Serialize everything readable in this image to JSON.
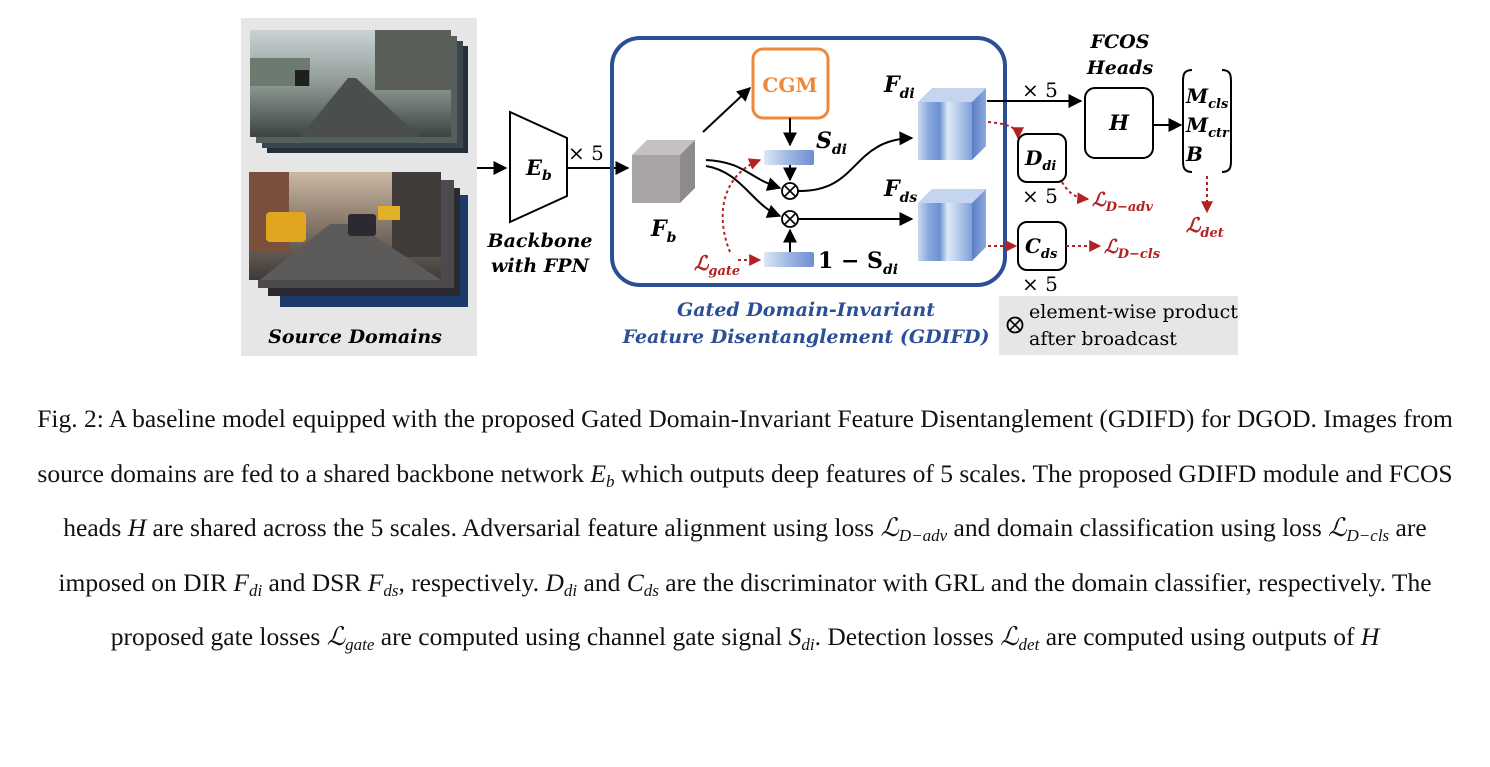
{
  "figure": {
    "source_domains_label": "Source Domains",
    "encoder": {
      "main": "E",
      "sub": "b"
    },
    "backbone_label": [
      "Backbone",
      "with FPN"
    ],
    "times5": "× 5",
    "feature_b": {
      "main": "F",
      "sub": "b"
    },
    "cgm_label": "CGM",
    "s_di": {
      "main": "S",
      "sub": "di"
    },
    "one_minus_s_di": {
      "prefix": "1 − S",
      "sub": "di"
    },
    "l_gate": {
      "main": "ℒ",
      "sub": "gate"
    },
    "otimes": "⊗",
    "f_di": {
      "main": "F",
      "sub": "di"
    },
    "f_ds": {
      "main": "F",
      "sub": "ds"
    },
    "gdifd_label": [
      "Gated Domain-Invariant",
      "Feature Disentanglement (GDIFD)"
    ],
    "heads_title": [
      "FCOS",
      "Heads"
    ],
    "head": "H",
    "outputs": [
      {
        "main": "M",
        "sub": "cls"
      },
      {
        "main": "M",
        "sub": "ctr"
      },
      {
        "main": "B",
        "sub": ""
      }
    ],
    "d_di": {
      "main": "D",
      "sub": "di"
    },
    "c_ds": {
      "main": "C",
      "sub": "ds"
    },
    "l_d_adv": {
      "main": "ℒ",
      "sub": "D−adv"
    },
    "l_d_cls": {
      "main": "ℒ",
      "sub": "D−cls"
    },
    "l_det": {
      "main": "ℒ",
      "sub": "det"
    },
    "legend": {
      "symbol": "⊗",
      "lines": [
        "element-wise product",
        "after broadcast"
      ]
    },
    "colors": {
      "gdifd_border": "#2b4f95",
      "cgm_border": "#f0883c",
      "loss_red": "#b22222",
      "gray_panel": "#e6e6e6",
      "feature_blue": "#8fb0de"
    }
  },
  "caption": {
    "prefix": "Fig. 2: A baseline model equipped with the proposed Gated Domain-Invariant Feature Disentanglement (GDIFD) for DGOD. Images from source domains are fed to a shared backbone network ",
    "eb_main": "E",
    "eb_sub": "b",
    "t2": " which outputs deep features of 5 scales. The proposed GDIFD module and FCOS heads ",
    "h1": "H",
    "t3": " are shared across the 5 scales. Adversarial feature alignment using loss ",
    "ladv_main": "ℒ",
    "ladv_sub": "D−adv",
    "t4": " and domain classification using loss ",
    "lcls_main": "ℒ",
    "lcls_sub": "D−cls",
    "t5": " are imposed on DIR ",
    "fdi_main": "F",
    "fdi_sub": "di",
    "t6": " and DSR ",
    "fds_main": "F",
    "fds_sub": "ds",
    "t7": ", respectively. ",
    "ddi_main": "D",
    "ddi_sub": "di",
    "t8": " and ",
    "cds_main": "C",
    "cds_sub": "ds",
    "t9": " are the discriminator with GRL and the domain classifier, respectively. The proposed gate losses ",
    "lgate_main": "ℒ",
    "lgate_sub": "gate",
    "t10": " are computed using channel gate signal ",
    "sdi_main": "S",
    "sdi_sub": "di",
    "t11": ". Detection losses ",
    "ldet_main": "ℒ",
    "ldet_sub": "det",
    "t12": " are computed using outputs of ",
    "h2": "H"
  }
}
